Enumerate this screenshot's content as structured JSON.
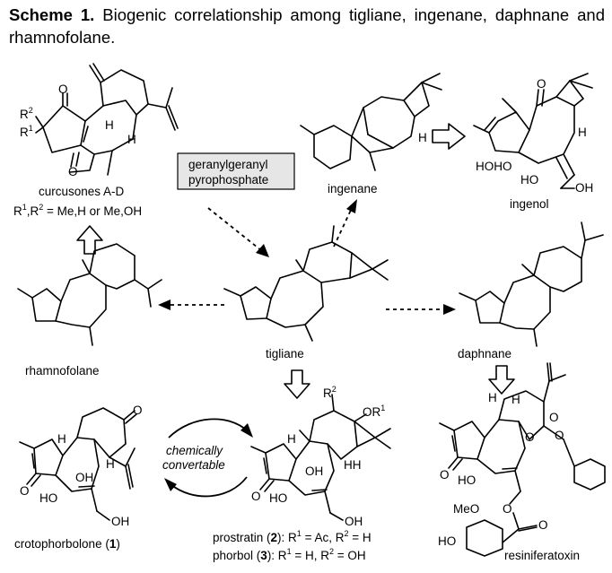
{
  "caption": {
    "scheme_label": "Scheme 1.",
    "text": " Biogenic correlationship among tigliane, ingenane, daphnane and rhamnofolane."
  },
  "compounds": {
    "curcusones": "curcusones A-D",
    "curcusones_sub_r1": "R",
    "curcusones_sub": ",R",
    "curcusones_sub_tail": " = Me,H or Me,OH",
    "ingenane": "ingenane",
    "ingenol": "ingenol",
    "tigliane": "tigliane",
    "rhamnofolane": "rhamnofolane",
    "daphnane": "daphnane",
    "crotophorbolone": "crotophorbolone (",
    "crotophorbolone_num": "1",
    "prostratin": "prostratin (",
    "prostratin_num": "2",
    "prostratin_tail": "): R",
    "prostratin_r1": " = Ac, R",
    "prostratin_r2": " = H",
    "phorbol": "phorbol (",
    "phorbol_num": "3",
    "phorbol_tail": "): R",
    "phorbol_r1": " = H, R",
    "phorbol_r2": " = OH",
    "resiniferatoxin": "resiniferatoxin"
  },
  "precursor_box": {
    "line1": "geranylgeranyl",
    "line2": "pyrophosphate"
  },
  "conversion_label": {
    "line1": "chemically",
    "line2": "convertable"
  },
  "atoms": {
    "O": "O",
    "H": "H",
    "OH": "OH",
    "HO": "HO",
    "R": "R",
    "OR": "OR",
    "HOHO": "HOHO",
    "HO_OH": "HO",
    "MeO": "MeO",
    "sup1": "1",
    "sup2": "2"
  }
}
